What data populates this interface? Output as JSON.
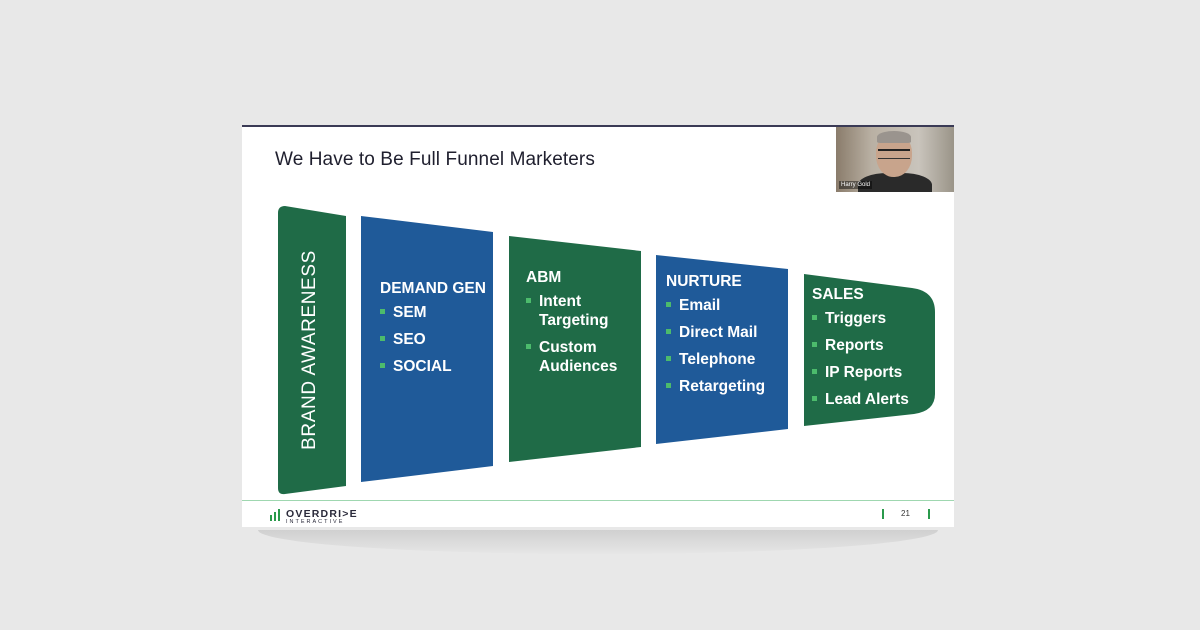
{
  "slide": {
    "title": "We Have to Be Full Funnel Marketers",
    "page_number": "21"
  },
  "webcam": {
    "participant_name": "Harry Gold"
  },
  "funnel": {
    "brand": "BRAND AWARENESS",
    "stages": [
      {
        "title": "DEMAND GEN",
        "items": [
          "SEM",
          "SEO",
          "SOCIAL"
        ],
        "color": "#1f5a99"
      },
      {
        "title": "ABM",
        "items": [
          "Intent Targeting",
          "Custom Audiences"
        ],
        "color": "#1f6b47"
      },
      {
        "title": "NURTURE",
        "items": [
          "Email",
          "Direct Mail",
          "Telephone",
          "Retargeting"
        ],
        "color": "#1f5a99"
      },
      {
        "title": "SALES",
        "items": [
          "Triggers",
          "Reports",
          "IP Reports",
          "Lead Alerts"
        ],
        "color": "#1f6b47"
      }
    ],
    "brand_color": "#1f6b47",
    "bullet_color": "#4cbb6c"
  },
  "logo": {
    "main": "OVERDRI>E",
    "sub": "INTERACTIVE"
  }
}
